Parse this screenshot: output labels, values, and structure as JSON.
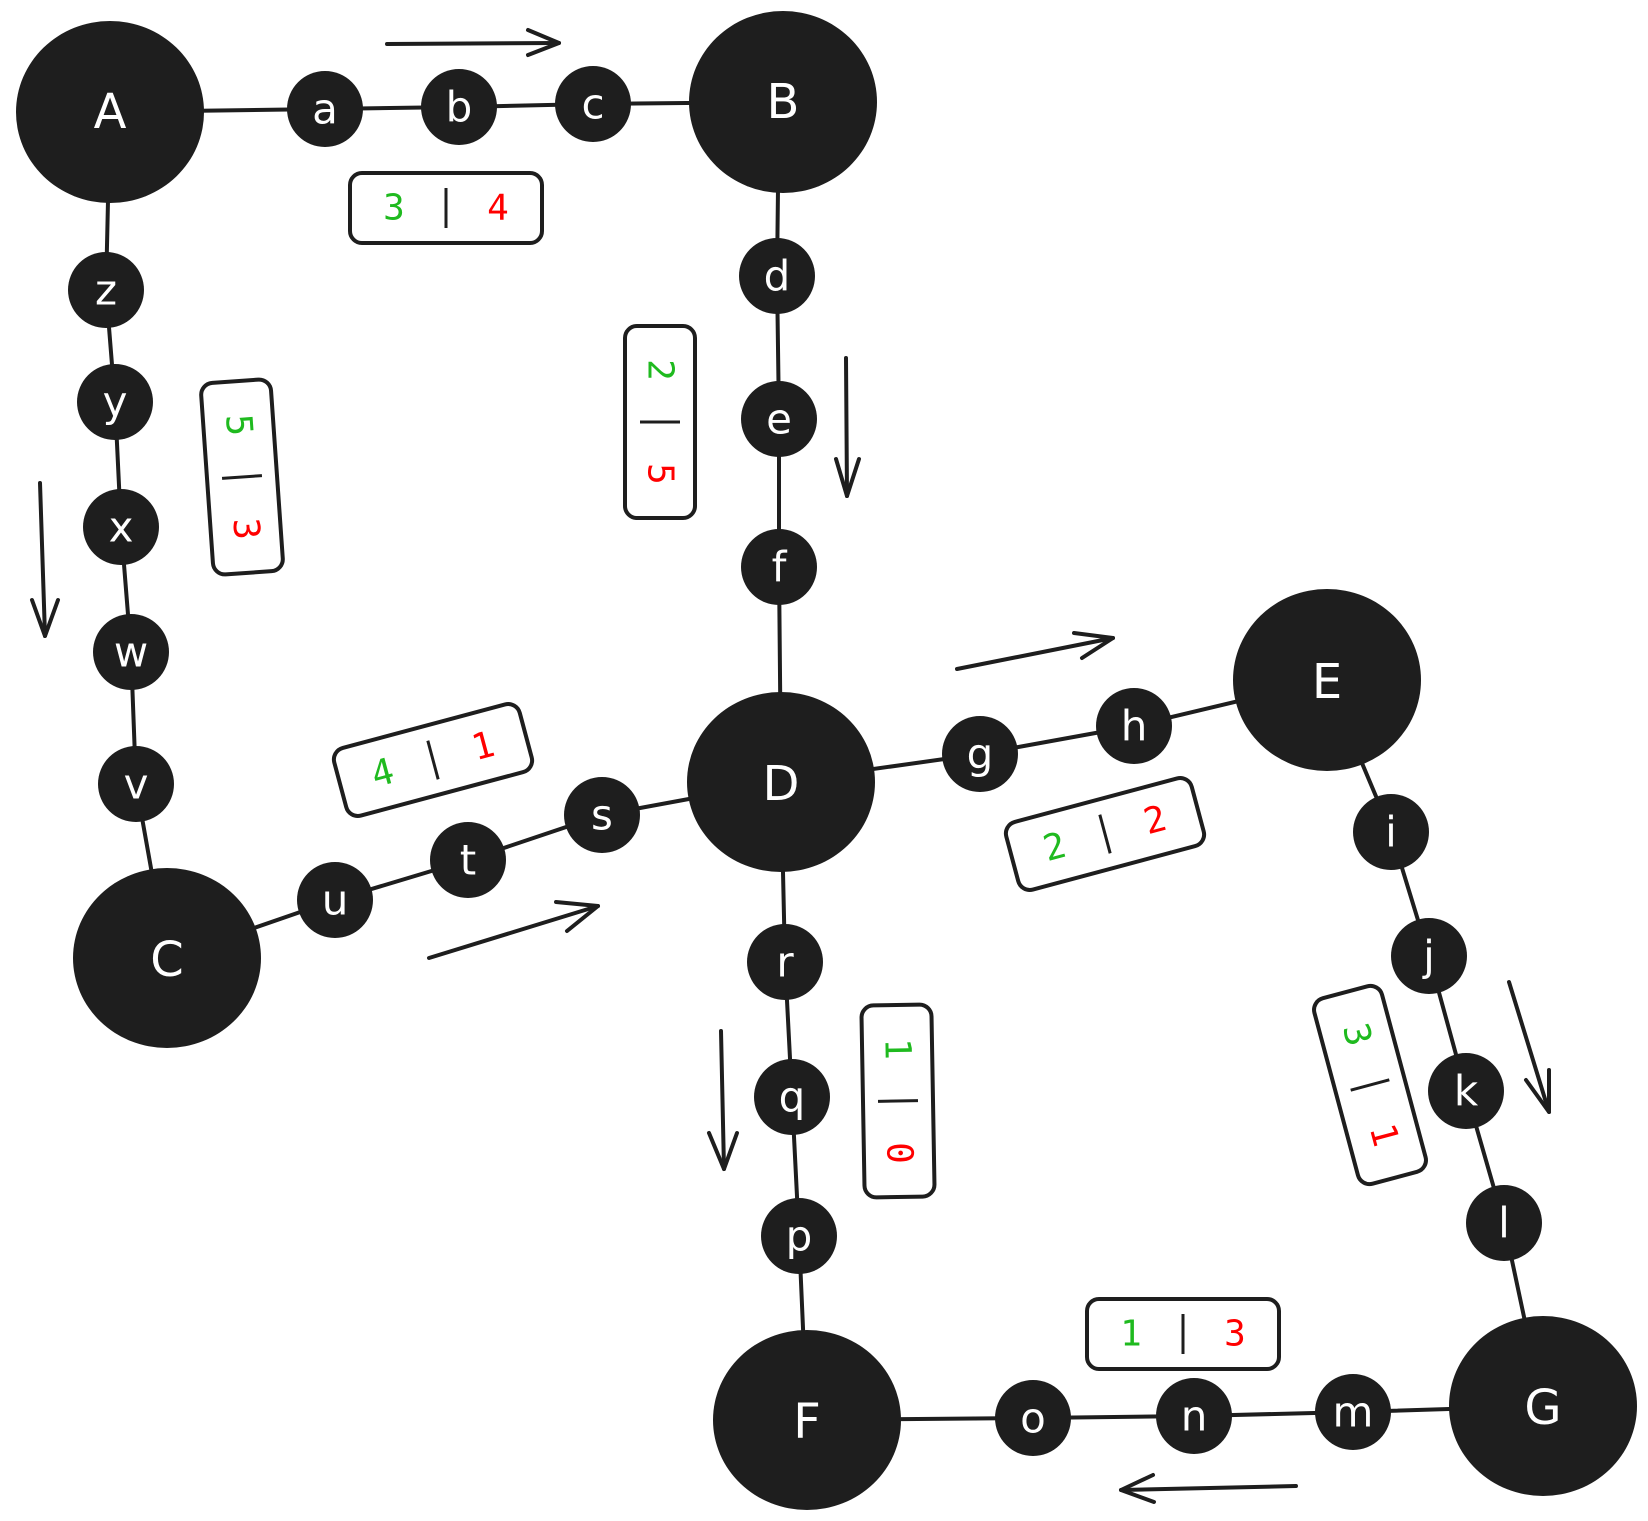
{
  "colors": {
    "node_fill": "#1e1e1e",
    "node_text": "#ffffff",
    "green": "#1fba1f",
    "red": "#ff0000",
    "line": "#1e1e1e"
  },
  "nodes": {
    "A": "A",
    "B": "B",
    "C": "C",
    "D": "D",
    "E": "E",
    "F": "F",
    "G": "G"
  },
  "waypoints": {
    "a": "a",
    "b": "b",
    "c": "c",
    "d": "d",
    "e": "e",
    "f": "f",
    "g": "g",
    "h": "h",
    "i": "i",
    "j": "j",
    "k": "k",
    "l": "l",
    "m": "m",
    "n": "n",
    "o": "o",
    "p": "p",
    "q": "q",
    "r": "r",
    "s": "s",
    "t": "t",
    "u": "u",
    "v": "v",
    "w": "w",
    "x": "x",
    "y": "y",
    "z": "z"
  },
  "edges": [
    {
      "from": "A",
      "to": "B",
      "via": [
        "a",
        "b",
        "c"
      ],
      "green": "3",
      "separator": "|",
      "red": "4"
    },
    {
      "from": "B",
      "to": "D",
      "via": [
        "d",
        "e",
        "f"
      ],
      "green": "2",
      "separator": "|",
      "red": "5"
    },
    {
      "from": "A",
      "to": "C",
      "via": [
        "z",
        "y",
        "x",
        "w",
        "v"
      ],
      "green": "5",
      "separator": "|",
      "red": "3"
    },
    {
      "from": "C",
      "to": "D",
      "via": [
        "u",
        "t",
        "s"
      ],
      "green": "4",
      "separator": "|",
      "red": "1"
    },
    {
      "from": "D",
      "to": "E",
      "via": [
        "g",
        "h"
      ],
      "green": "2",
      "separator": "|",
      "red": "2"
    },
    {
      "from": "E",
      "to": "G",
      "via": [
        "i",
        "j",
        "k",
        "l"
      ],
      "green": "3",
      "separator": "|",
      "red": "1"
    },
    {
      "from": "D",
      "to": "F",
      "via": [
        "r",
        "q",
        "p"
      ],
      "green": "1",
      "separator": "|",
      "red": "0"
    },
    {
      "from": "G",
      "to": "F",
      "via": [
        "m",
        "n",
        "o"
      ],
      "green": "1",
      "separator": "|",
      "red": "3"
    }
  ]
}
